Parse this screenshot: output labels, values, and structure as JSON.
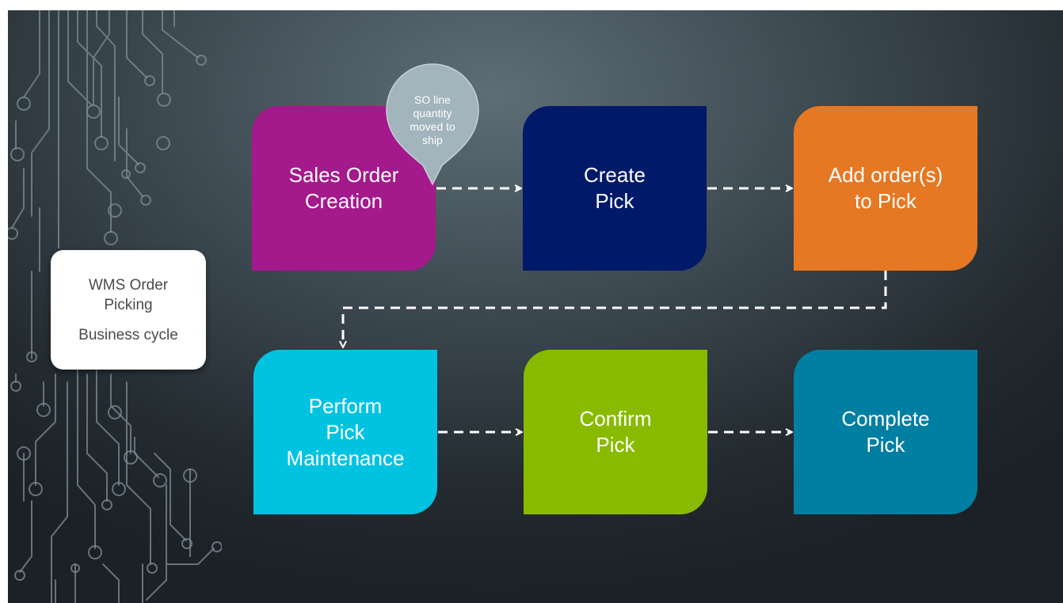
{
  "label_card": {
    "line1": "WMS Order",
    "line2": "Picking",
    "line3": "Business cycle"
  },
  "steps": [
    {
      "lines": [
        "Sales Order",
        "Creation"
      ],
      "color": "#a4198c"
    },
    {
      "lines": [
        "Create",
        "Pick"
      ],
      "color": "#001a69"
    },
    {
      "lines": [
        "Add order(s)",
        "to Pick"
      ],
      "color": "#e67823"
    },
    {
      "lines": [
        "Perform",
        "Pick",
        "Maintenance"
      ],
      "color": "#00c3e2"
    },
    {
      "lines": [
        "Confirm",
        "Pick"
      ],
      "color": "#88bb00"
    },
    {
      "lines": [
        "Complete",
        "Pick"
      ],
      "color": "#007fa3"
    }
  ],
  "callout": {
    "lines": [
      "SO line",
      "quantity",
      "moved to",
      "ship"
    ],
    "color": "#a2b4bc"
  },
  "connectors": [
    {
      "from": "Sales Order Creation",
      "to": "Create Pick",
      "style": "dashed-arrow"
    },
    {
      "from": "Create Pick",
      "to": "Add order(s) to Pick",
      "style": "dashed-arrow"
    },
    {
      "from": "Add order(s) to Pick",
      "to": "Perform Pick Maintenance",
      "style": "dashed-arrow"
    },
    {
      "from": "Perform Pick Maintenance",
      "to": "Confirm Pick",
      "style": "dashed-arrow"
    },
    {
      "from": "Confirm Pick",
      "to": "Complete Pick",
      "style": "dashed-arrow"
    }
  ],
  "background": {
    "base": "#2a3338",
    "highlight": "#5e6d76",
    "circuit_line": "#7f8d95"
  }
}
